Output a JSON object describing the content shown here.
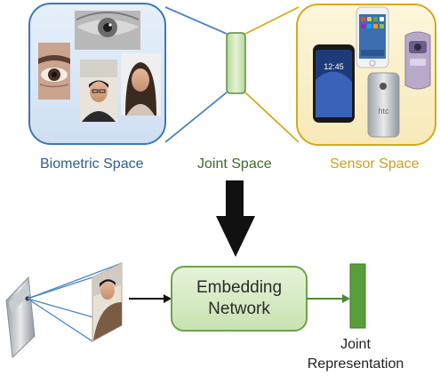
{
  "labels": {
    "biometric_space": "Biometric Space",
    "joint_space": "Joint Space",
    "sensor_space": "Sensor Space",
    "embedding_line1": "Embedding",
    "embedding_line2": "Network",
    "joint_rep_line1": "Joint",
    "joint_rep_line2": "Representation"
  },
  "colors": {
    "biometric_accent": "#2e5e93",
    "biometric_fill": "#dbe8f6",
    "joint_accent": "#3d6b2a",
    "joint_fill": "#cfe6b8",
    "sensor_accent": "#c9a21a",
    "sensor_fill": "#fbf1cf",
    "embedding_fill": "#d6ecc4",
    "embedding_border": "#6fa24a",
    "representation_bar": "#5a9e3a",
    "arrow_dark": "#111111"
  },
  "icons": {
    "biometric_images": [
      "eye-photo",
      "iris-photo",
      "face-photo-man",
      "face-photo-woman"
    ],
    "sensor_devices": [
      "smartphone-samsung",
      "smartphone-iphone",
      "smartphone-htc",
      "iris-scanner"
    ],
    "input_device": "tablet-camera",
    "input_image": "face-photo-man"
  }
}
